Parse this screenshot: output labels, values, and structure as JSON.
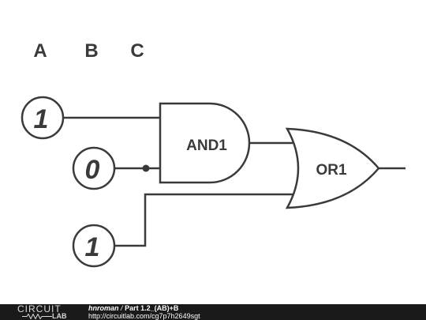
{
  "columns": {
    "a": "A",
    "b": "B",
    "c": "C"
  },
  "inputs": {
    "a_value": "1",
    "b_value": "0",
    "c_value": "1"
  },
  "gates": {
    "and_label": "AND1",
    "or_label": "OR1"
  },
  "footer": {
    "logo_top": "CIRCUIT",
    "logo_bottom": "LAB",
    "author": "hnroman",
    "separator": "/",
    "title": "Part 1.2_(AB)+B",
    "url": "http://circuitlab.com/cg7p7h2649sgt"
  },
  "colors": {
    "ink": "#3a3a3a",
    "footer_bg": "#1a1a1a"
  }
}
